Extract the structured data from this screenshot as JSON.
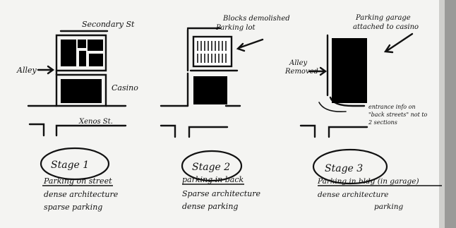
{
  "stage1": {
    "street_top": "Secondary St",
    "label_alley": "Alley",
    "label_casino": "Casino",
    "street_bottom": "Xenos St.",
    "title": "Stage 1",
    "note_line1": "Parking on street",
    "note_line2": "dense architecture",
    "note_line3": "sparse parking"
  },
  "stage2": {
    "annotation_line1": "Blocks demolished",
    "annotation_line2": "Parking lot",
    "title": "Stage 2",
    "note_line1": "parking in back",
    "note_line2": "Sparse architecture",
    "note_line3": "dense parking"
  },
  "stage3": {
    "annotation_line1": "Parking garage",
    "annotation_line2": "attached to casino",
    "label_alley_line1": "Alley",
    "label_alley_line2": "Removed",
    "side_line1": "entrance info on",
    "side_line2": "\"back streets\" not to",
    "side_line3": "2 sections",
    "title": "Stage 3",
    "note_line1": "Parking in bldg (in garage)",
    "note_line2": "dense architecture",
    "note_line3": "parking"
  }
}
